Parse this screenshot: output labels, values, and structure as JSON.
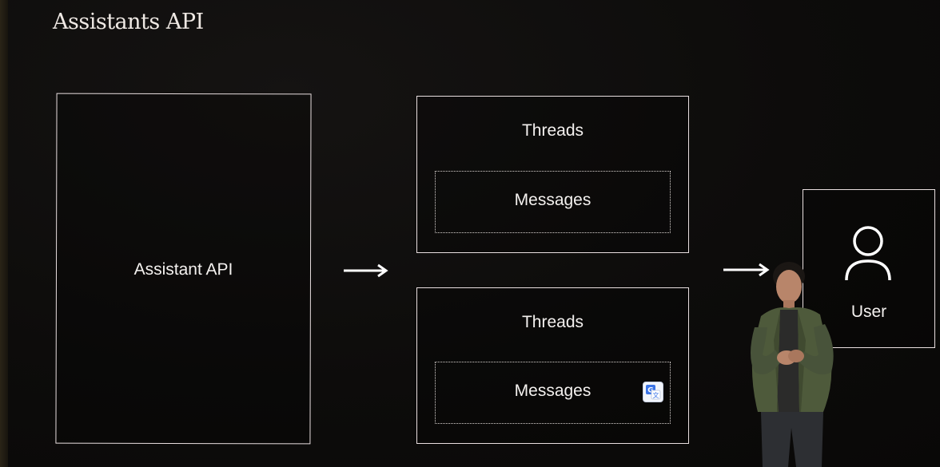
{
  "slide": {
    "title": "Assistants API"
  },
  "diagram": {
    "assistant_box": {
      "label": "Assistant API"
    },
    "thread_boxes": [
      {
        "label": "Threads",
        "inner_label": "Messages"
      },
      {
        "label": "Threads",
        "inner_label": "Messages"
      }
    ],
    "user_box": {
      "label": "User"
    }
  },
  "icons": {
    "user": "user-icon",
    "translate": "translate-icon",
    "arrow": "arrow-right-icon"
  },
  "colors": {
    "background": "#0b0a09",
    "stroke": "#e9dfe0",
    "text": "#ffffff",
    "jacket": "#4e5a3b"
  }
}
